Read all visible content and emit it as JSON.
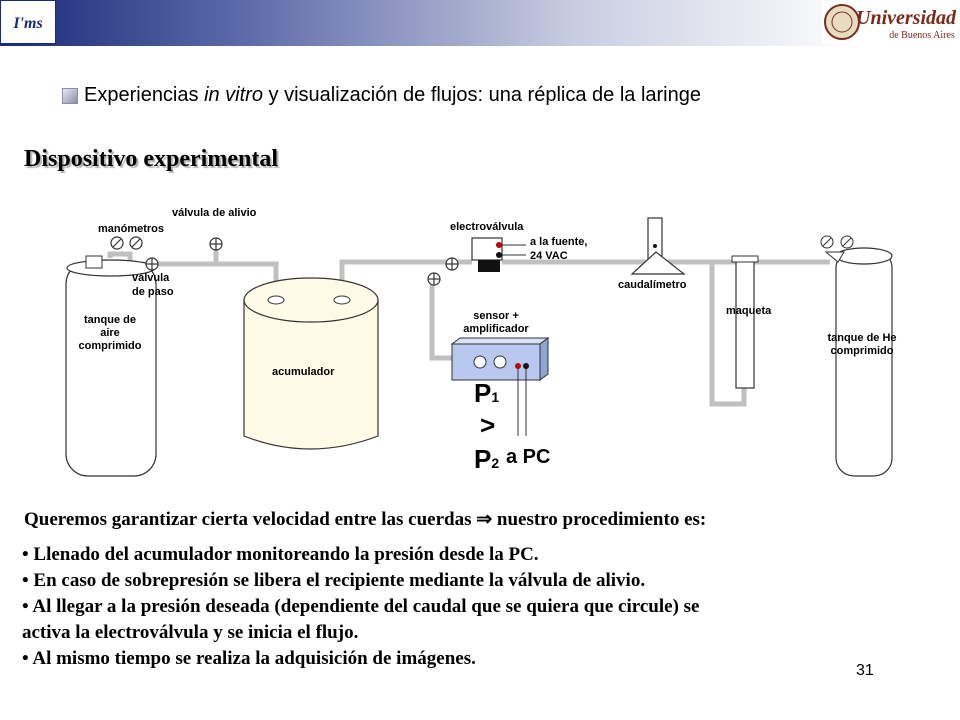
{
  "header": {
    "logo_left_text": "I'ms",
    "logo_right_name": "Universidad",
    "logo_right_sub": "de Buenos Aires"
  },
  "title": {
    "prefix": "Experiencias ",
    "italic": "in vitro",
    "suffix": " y visualización de flujos: una réplica de la laringe"
  },
  "section_title": "Dispositivo experimental",
  "diagram": {
    "labels": {
      "valvula_alivio": "válvula de alivio",
      "manometros": "manómetros",
      "valvula_paso_1": "válvula",
      "valvula_paso_2": "de paso",
      "tanque_aire_1": "tanque de",
      "tanque_aire_2": "aire",
      "tanque_aire_3": "comprimido",
      "acumulador": "acumulador",
      "electrovalvula": "electroválvula",
      "fuente_1": "a la fuente,",
      "fuente_2": "24 VAC",
      "sensor_1": "sensor +",
      "sensor_2": "amplificador",
      "caudalimetro": "caudalímetro",
      "maqueta": "maqueta",
      "tanque_he_1": "tanque de He",
      "tanque_he_2": "comprimido"
    },
    "pressure": {
      "p1": "P",
      "p1_sub": "1",
      "gt": ">",
      "p2": "P",
      "p2_sub": "2",
      "pc": "a PC"
    }
  },
  "statement": {
    "text_before": "Queremos garantizar cierta velocidad entre las cuerdas ",
    "arrow": "⇒",
    "text_after": " nuestro procedimiento es:"
  },
  "bullets": {
    "b1": "•  Llenado del acumulador monitoreando la presión desde la PC.",
    "b2": "•  En caso de sobrepresión se libera el recipiente mediante la válvula de alivio.",
    "b3a": "•  Al llegar a la presión deseada (dependiente del caudal que se quiera que circule) se",
    "b3b": "activa la electroválvula y se inicia el flujo.",
    "b4": "•  Al mismo tiempo se realiza la adquisición de imágenes."
  },
  "page_number": "31",
  "colors": {
    "header_dark": "#1a2a7a",
    "tank_fill": "#ffffff",
    "accumulator_fill": "#fffbe6",
    "sensor_fill": "#b8c8ee",
    "pipe": "#c0c0c0"
  }
}
